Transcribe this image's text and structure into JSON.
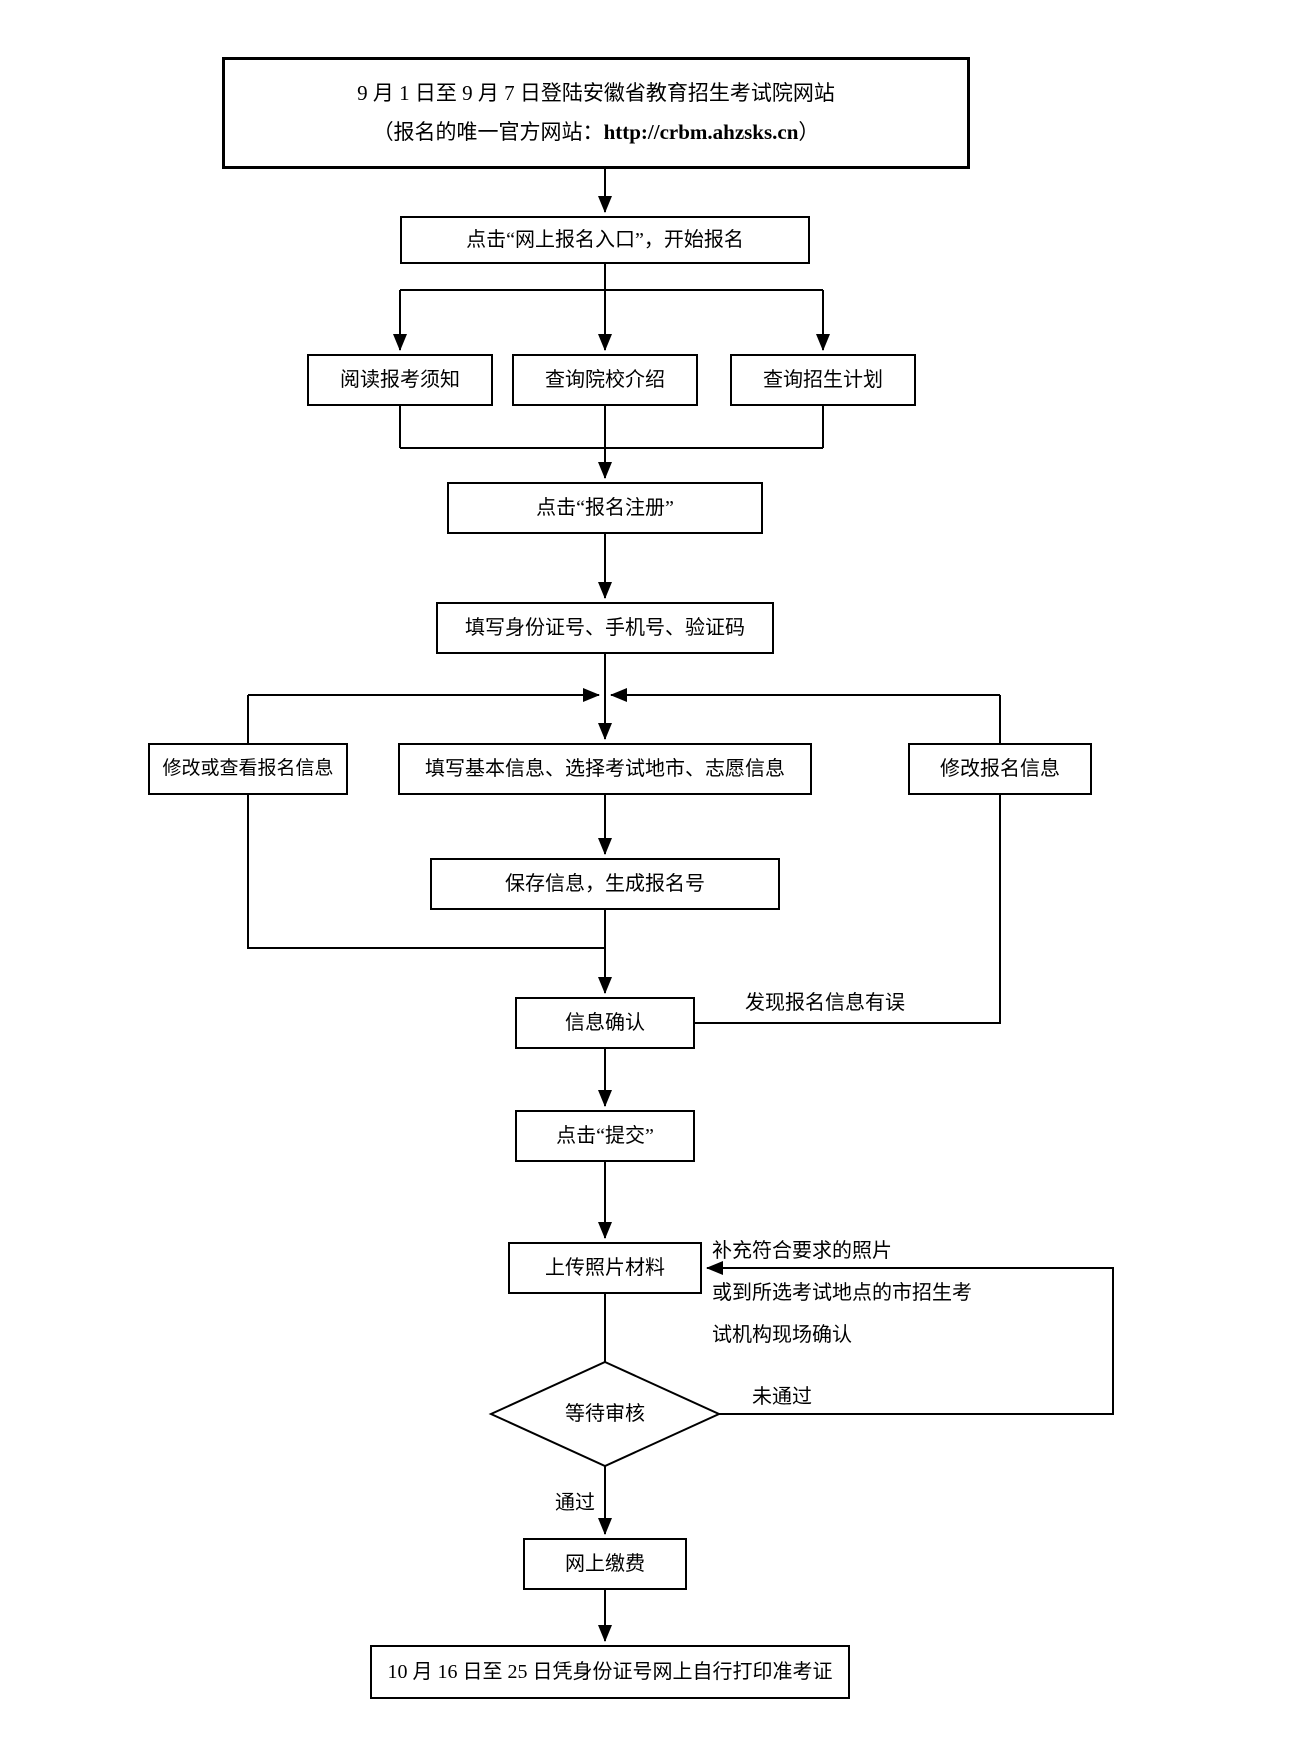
{
  "flowchart": {
    "nodes": {
      "website": {
        "line1": "9 月 1 日至 9 月 7 日登陆安徽省教育招生考试院网站",
        "line2_prefix": "（报名的唯一官方网站：",
        "line2_url": "http://crbm.ahzsks.cn",
        "line2_suffix": "）"
      },
      "click_entry": "点击“网上报名入口”，开始报名",
      "read_notice": "阅读报考须知",
      "query_colleges": "查询院校介绍",
      "query_plan": "查询招生计划",
      "click_register": "点击“报名注册”",
      "fill_id": "填写身份证号、手机号、验证码",
      "modify_view_info": "修改或查看报名信息",
      "fill_basic": "填写基本信息、选择考试地市、志愿信息",
      "modify_info": "修改报名信息",
      "save_info": "保存信息，生成报名号",
      "confirm_info": "信息确认",
      "click_submit": "点击“提交”",
      "upload_photo": "上传照片材料",
      "wait_review": "等待审核",
      "online_pay": "网上缴费",
      "print_ticket": "10 月 16 日至 25 日凭身份证号网上自行打印准考证"
    },
    "edge_labels": {
      "error_found": "发现报名信息有误",
      "supplement_line1": "补充符合要求的照片",
      "supplement_line2": "或到所选考试地点的市招生考",
      "supplement_line3": "试机构现场确认",
      "not_passed": "未通过",
      "passed": "通过"
    },
    "colors": {
      "line": "#000000",
      "box_fill": "#ffffff"
    }
  }
}
